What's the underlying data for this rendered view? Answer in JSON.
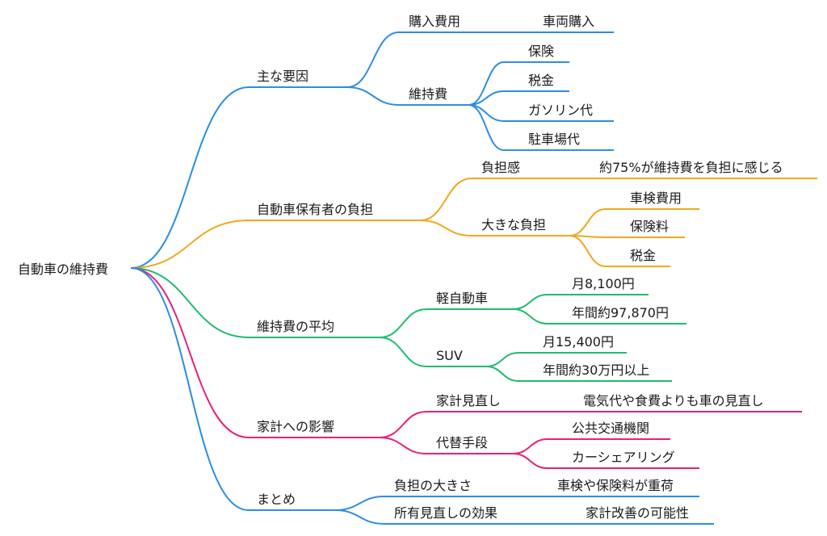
{
  "mindmap": {
    "root": "自動車の維持費",
    "branches": [
      {
        "label": "主な要因",
        "color": "#2b8de6",
        "children": [
          {
            "label": "購入費用",
            "children": [
              {
                "label": "車両購入"
              }
            ]
          },
          {
            "label": "維持費",
            "children": [
              {
                "label": "保険"
              },
              {
                "label": "税金"
              },
              {
                "label": "ガソリン代"
              },
              {
                "label": "駐車場代"
              }
            ]
          }
        ]
      },
      {
        "label": "自動車保有者の負担",
        "color": "#f0a81c",
        "children": [
          {
            "label": "負担感",
            "children": [
              {
                "label": "約75%が維持費を負担に感じる"
              }
            ]
          },
          {
            "label": "大きな負担",
            "children": [
              {
                "label": "車検費用"
              },
              {
                "label": "保険料"
              },
              {
                "label": "税金"
              }
            ]
          }
        ]
      },
      {
        "label": "維持費の平均",
        "color": "#1dbd6e",
        "children": [
          {
            "label": "軽自動車",
            "children": [
              {
                "label": "月8,100円"
              },
              {
                "label": "年間約97,870円"
              }
            ]
          },
          {
            "label": "SUV",
            "children": [
              {
                "label": "月15,400円"
              },
              {
                "label": "年間約30万円以上"
              }
            ]
          }
        ]
      },
      {
        "label": "家計への影響",
        "color": "#e8207a",
        "children": [
          {
            "label": "家計見直し",
            "children": [
              {
                "label": "電気代や食費よりも車の見直し"
              }
            ]
          },
          {
            "label": "代替手段",
            "children": [
              {
                "label": "公共交通機関"
              },
              {
                "label": "カーシェアリング"
              }
            ]
          }
        ]
      },
      {
        "label": "まとめ",
        "color": "#2b8de6",
        "children": [
          {
            "label": "負担の大きさ",
            "children": [
              {
                "label": "車検や保険料が重荷"
              }
            ]
          },
          {
            "label": "所有見直しの効果",
            "children": [
              {
                "label": "家計改善の可能性"
              }
            ]
          }
        ]
      }
    ]
  }
}
